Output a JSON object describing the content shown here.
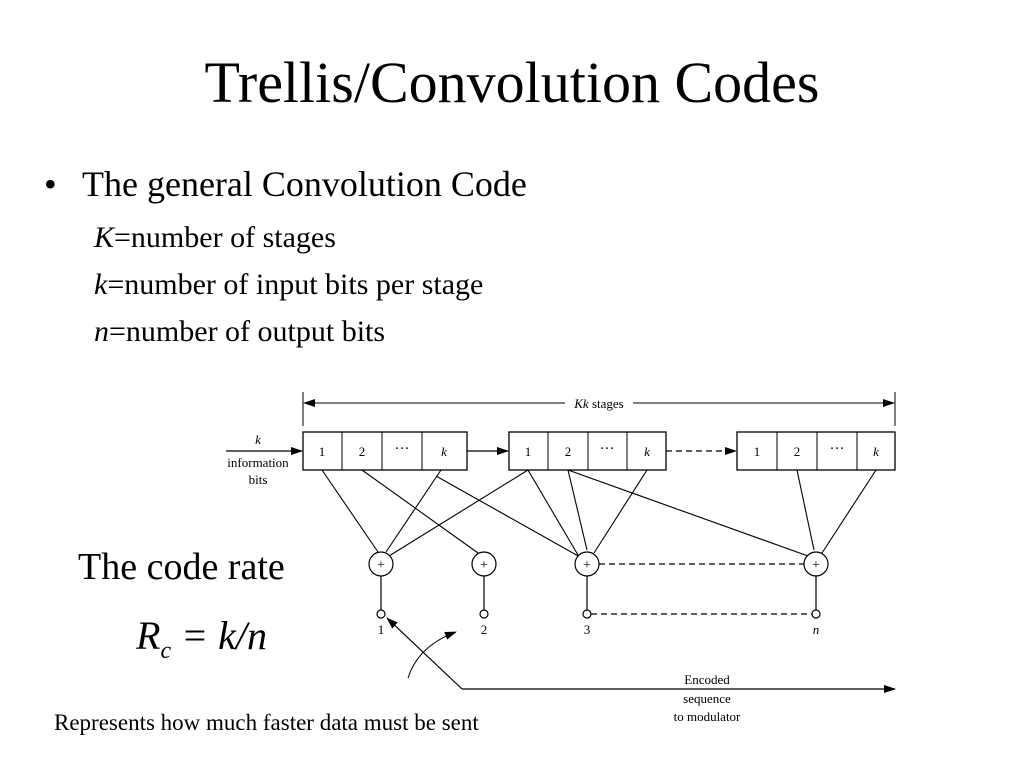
{
  "slide": {
    "title": "Trellis/Convolution Codes",
    "bullet": "The general Convolution Code",
    "definitions": [
      {
        "symbol": "K",
        "text": "=number of stages"
      },
      {
        "symbol": "k",
        "text": "=number of input bits per stage"
      },
      {
        "symbol": "n",
        "text": "=number of output bits"
      }
    ],
    "code_rate_label": "The code rate",
    "formula": {
      "lhs": "R",
      "sub": "c",
      "rhs": "= k/n"
    },
    "note": "Represents how much faster data must be sent"
  },
  "diagram": {
    "stages_label_k": "Kk",
    "stages_label_rest": "stages",
    "input_k": "k",
    "input_line1": "information",
    "input_line2": "bits",
    "cell_labels": [
      "1",
      "2",
      "···",
      "k"
    ],
    "adder_symbol": "+",
    "outputs": [
      "1",
      "2",
      "3",
      "n"
    ],
    "encoded_line1": "Encoded",
    "encoded_line2": "sequence",
    "encoded_line3": "to modulator"
  }
}
